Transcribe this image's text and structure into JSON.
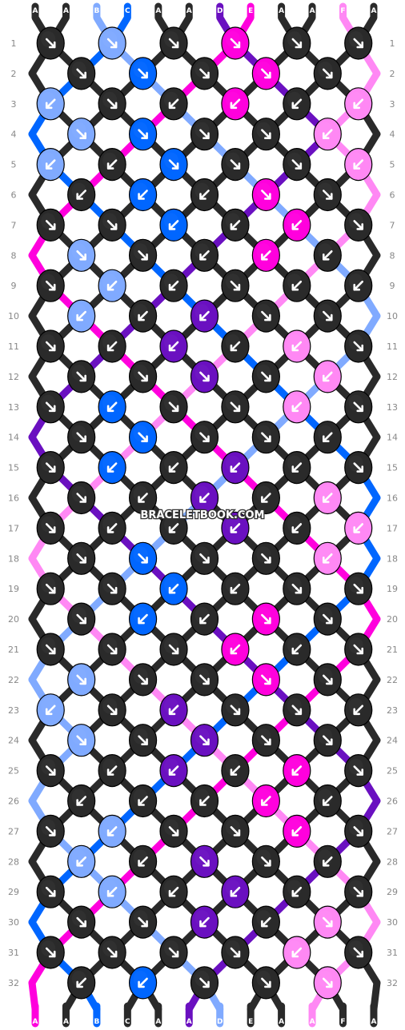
{
  "watermark": "BRACELETBOOK.COM",
  "strands": {
    "letters": [
      "A",
      "A",
      "B",
      "C",
      "A",
      "A",
      "D",
      "E",
      "A",
      "A",
      "F",
      "A"
    ],
    "colors": {
      "A": "#2a2a2a",
      "B": "#80aaff",
      "C": "#0066ff",
      "D": "#6a10c0",
      "E": "#ff00dd",
      "F": "#ff88f4"
    }
  },
  "rows": {
    "count": 32,
    "labels": [
      "1",
      "2",
      "3",
      "4",
      "5",
      "6",
      "7",
      "8",
      "9",
      "10",
      "11",
      "12",
      "13",
      "14",
      "15",
      "16",
      "17",
      "18",
      "19",
      "20",
      "21",
      "22",
      "23",
      "24",
      "25",
      "26",
      "27",
      "28",
      "29",
      "30",
      "31",
      "32"
    ]
  },
  "knots": [
    [
      "A-f",
      "B-f",
      "A-f",
      "E-f",
      "A-f",
      "A-f"
    ],
    [
      "A-f",
      "C-f",
      "A-f",
      "E-f",
      "A-f"
    ],
    [
      "B-b",
      "A-f",
      "A-b",
      "E-b",
      "A-b",
      "F-b"
    ],
    [
      "B-fb",
      "C-f",
      "A-f",
      "A-f",
      "F-bf"
    ],
    [
      "B-b",
      "A-b",
      "C-f",
      "A-f",
      "A-f",
      "F-b"
    ],
    [
      "A-b",
      "C-b",
      "A-b",
      "E-f",
      "A-f"
    ],
    [
      "A-f",
      "A-f",
      "C-b",
      "A-b",
      "E-b",
      "A-f"
    ],
    [
      "B-fb",
      "A-f",
      "A-b",
      "E-b",
      "A-b"
    ],
    [
      "A-f",
      "B-b",
      "A-b",
      "A-f",
      "A-b",
      "A-b"
    ],
    [
      "B-b",
      "A-b",
      "D-b",
      "A-f",
      "A-f"
    ],
    [
      "A-f",
      "A-b",
      "D-b",
      "A-b",
      "F-b",
      "A-f"
    ],
    [
      "A-f",
      "A-f",
      "D-f",
      "A-f",
      "F-b"
    ],
    [
      "A-f",
      "C-b",
      "A-f",
      "A-f",
      "F-b",
      "A-f"
    ],
    [
      "A-f",
      "C-f",
      "A-f",
      "A-f",
      "A-b"
    ],
    [
      "A-f",
      "C-b",
      "A-b",
      "D-b",
      "A-b",
      "A-f"
    ],
    [
      "A-f",
      "A-b",
      "D-b",
      "A-b",
      "F-b"
    ],
    [
      "A-f",
      "A-b",
      "A-b",
      "D-b",
      "A-b",
      "F-bf"
    ],
    [
      "A-f",
      "C-f",
      "A-f",
      "A-f",
      "F-b"
    ],
    [
      "A-f",
      "A-f",
      "C-b",
      "A-b",
      "A-f",
      "A-f"
    ],
    [
      "A-f",
      "C-b",
      "A-b",
      "E-f",
      "A-f"
    ],
    [
      "A-f",
      "A-f",
      "A-f",
      "E-b",
      "A-b",
      "A-f"
    ],
    [
      "B-f",
      "A-f",
      "A-f",
      "E-f",
      "A-f"
    ],
    [
      "B-b",
      "A-f",
      "D-b",
      "A-f",
      "A-f",
      "A-b"
    ],
    [
      "B-fb",
      "A-f",
      "D-f",
      "A-f",
      "A-f"
    ],
    [
      "A-f",
      "A-b",
      "D-b",
      "A-b",
      "E-b",
      "A-f"
    ],
    [
      "A-b",
      "A-b",
      "A-b",
      "E-b",
      "A-b"
    ],
    [
      "A-f",
      "B-b",
      "A-f",
      "A-f",
      "E-b",
      "A-f"
    ],
    [
      "B-b",
      "A-b",
      "D-f",
      "A-f",
      "A-b"
    ],
    [
      "A-f",
      "B-b",
      "A-b",
      "D-b",
      "A-b",
      "A-f"
    ],
    [
      "A-f",
      "A-f",
      "D-b",
      "A-b",
      "F-f"
    ],
    [
      "A-f",
      "A-f",
      "A-f",
      "A-f",
      "F-b",
      "A-f"
    ],
    [
      "A-b",
      "C-b",
      "A-f",
      "A-f",
      "F-f"
    ]
  ]
}
